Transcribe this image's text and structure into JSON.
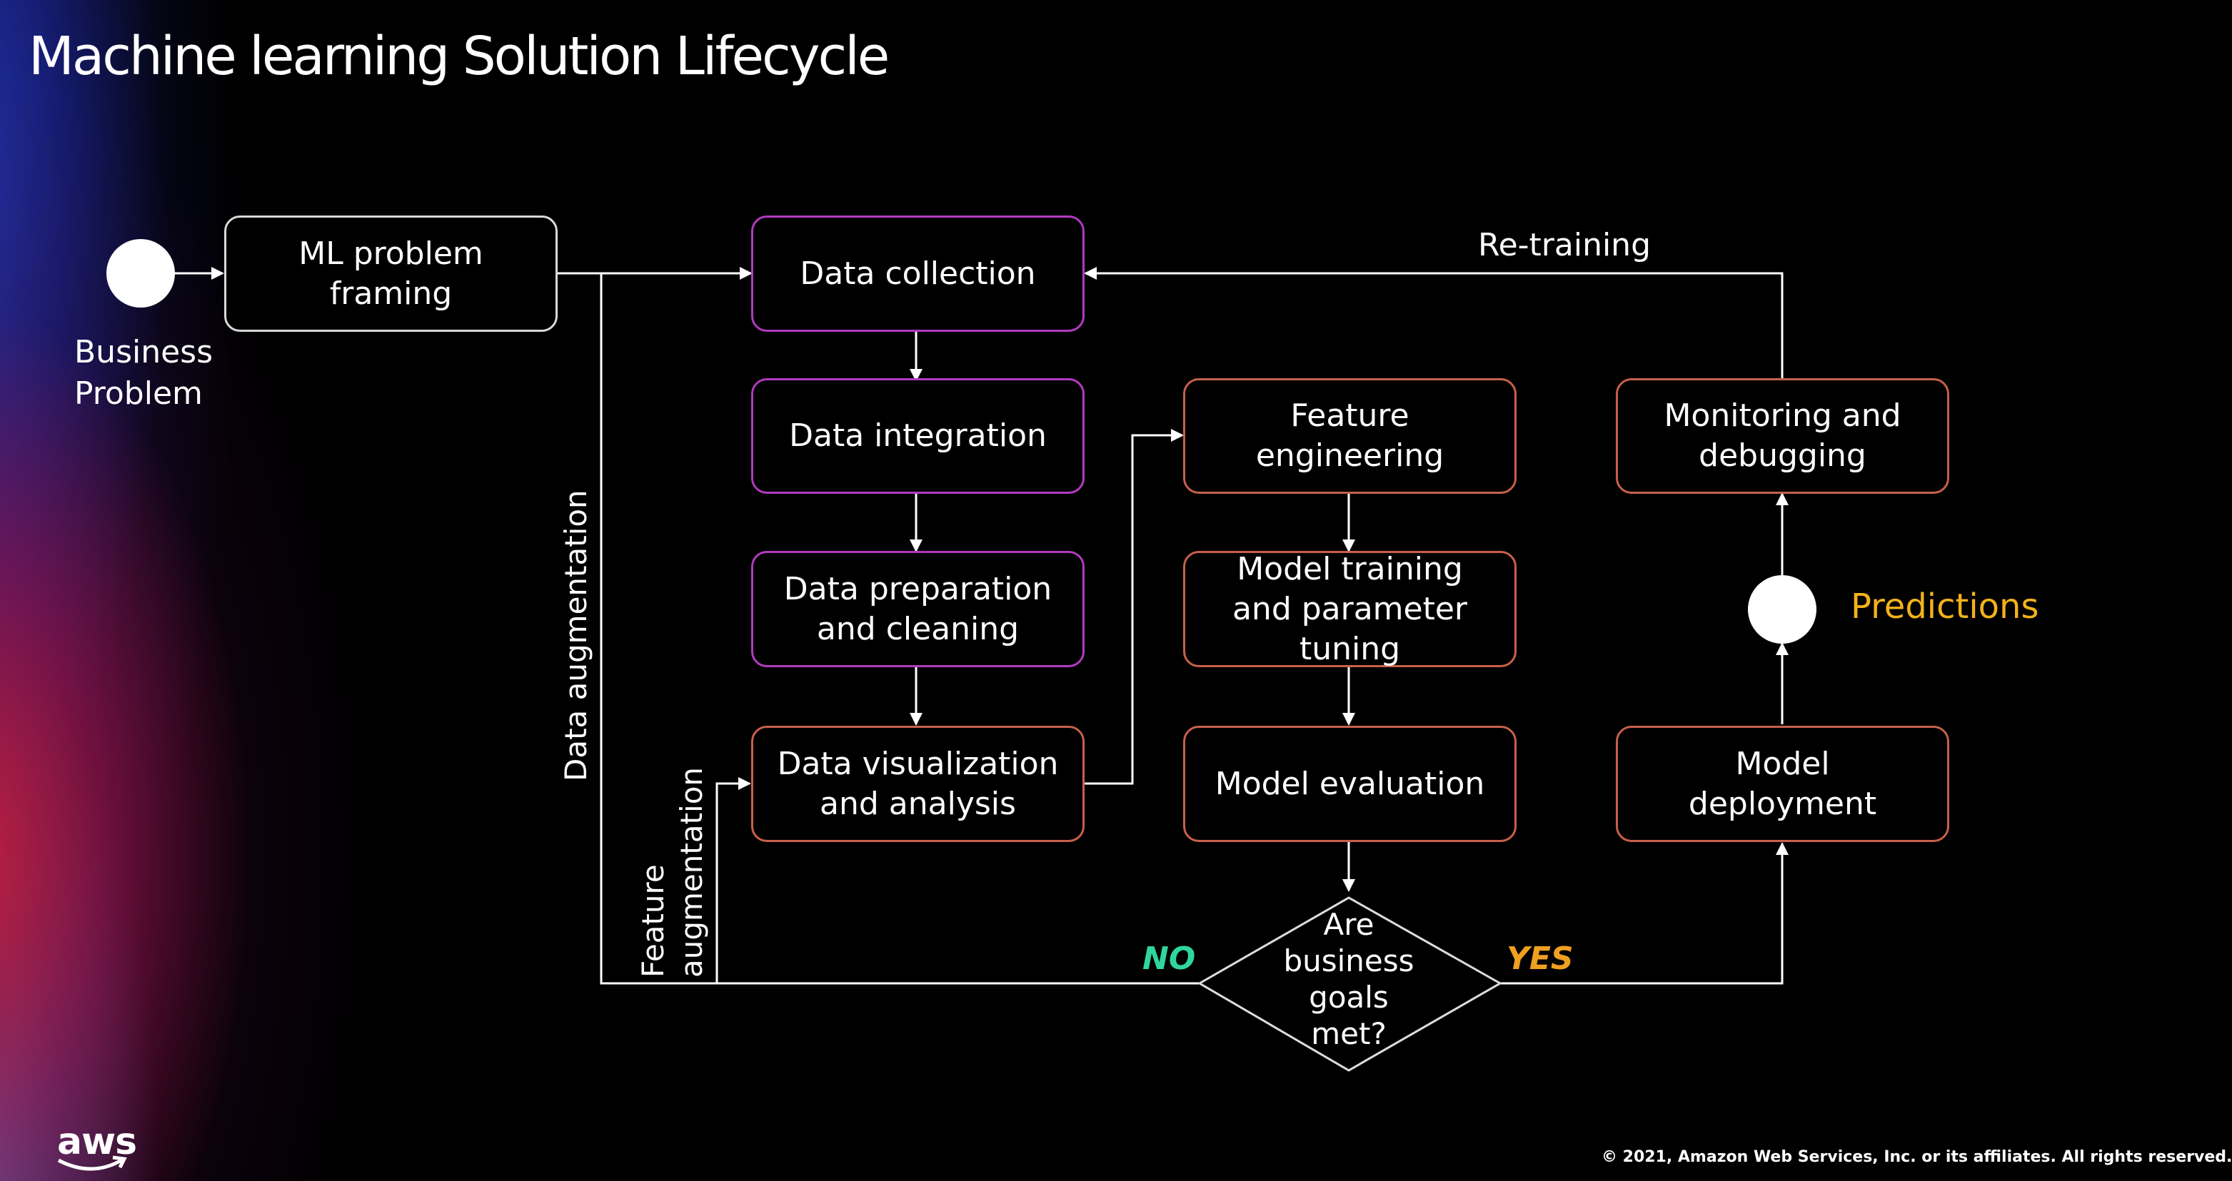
{
  "title": "Machine learning Solution Lifecycle",
  "start": {
    "label": "Business\nProblem"
  },
  "nodes": {
    "ml_problem_framing": "ML problem\nframing",
    "data_collection": "Data collection",
    "data_integration": "Data integration",
    "data_preparation": "Data preparation\nand cleaning",
    "data_visualization": "Data visualization\nand analysis",
    "feature_engineering": "Feature\nengineering",
    "model_training": "Model training\nand parameter\ntuning",
    "model_evaluation": "Model evaluation",
    "monitoring": "Monitoring and\ndebugging",
    "model_deployment": "Model\ndeployment"
  },
  "decision": {
    "label": "Are\nbusiness\ngoals\nmet?",
    "no": "NO",
    "yes": "YES"
  },
  "edge_labels": {
    "retraining": "Re-training",
    "data_augmentation": "Data augmentation",
    "feature_augmentation": "Feature\naugmentation"
  },
  "predictions": "Predictions",
  "footer": {
    "logo": "aws",
    "copyright": "© 2021, Amazon Web Services, Inc. or its affiliates. All rights reserved."
  },
  "colors": {
    "purple_border": "#b23ac0",
    "orange_border": "#c7604c",
    "no": "#2ed6a0",
    "yes": "#f0a020",
    "predictions": "#f2b21a"
  }
}
